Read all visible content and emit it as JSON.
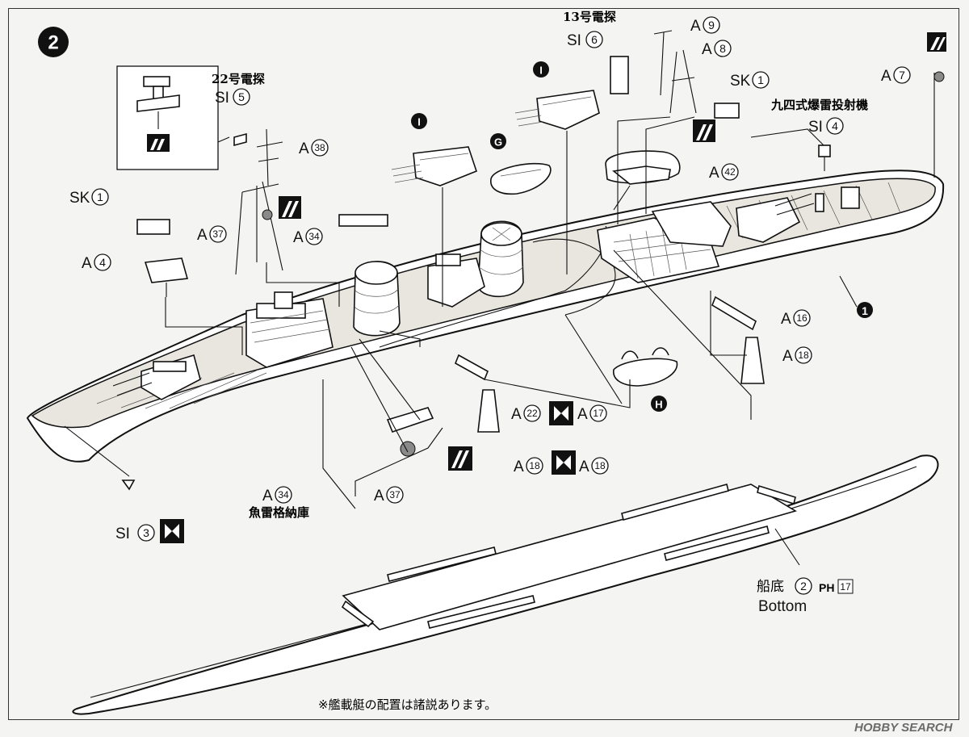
{
  "step_number": "2",
  "labels": {
    "radar22_jp": "22号電探",
    "radar22_part": "SI",
    "radar22_num": "5",
    "radar13_jp": "13号電探",
    "radar13_part": "SI",
    "radar13_num": "6",
    "dc_launcher_jp": "九四式爆雷投射機",
    "dc_part": "SI",
    "dc_num": "4",
    "torpedo_store_jp": "魚雷格納庫",
    "bottom_jp": "船底",
    "bottom_num": "2",
    "bottom_en": "Bottom",
    "bottom_ref_box": "17",
    "bottom_ref_prefix": "PH",
    "note": "※艦載艇の配置は諸説あります。",
    "watermark": "HOBBY SEARCH"
  },
  "callouts": [
    {
      "id": "a9",
      "sprue": "A",
      "num": "9"
    },
    {
      "id": "a8",
      "sprue": "A",
      "num": "8"
    },
    {
      "id": "a7",
      "sprue": "A",
      "num": "7"
    },
    {
      "id": "sk1-top",
      "sprue": "SK",
      "num": "1"
    },
    {
      "id": "a38",
      "sprue": "A",
      "num": "38"
    },
    {
      "id": "a42",
      "sprue": "A",
      "num": "42"
    },
    {
      "id": "sk1-left",
      "sprue": "SK",
      "num": "1"
    },
    {
      "id": "a37-upper",
      "sprue": "A",
      "num": "37"
    },
    {
      "id": "a34-upper",
      "sprue": "A",
      "num": "34"
    },
    {
      "id": "a4",
      "sprue": "A",
      "num": "4"
    },
    {
      "id": "a16",
      "sprue": "A",
      "num": "16"
    },
    {
      "id": "a18-right",
      "sprue": "A",
      "num": "18"
    },
    {
      "id": "a22",
      "sprue": "A",
      "num": "22"
    },
    {
      "id": "a17",
      "sprue": "A",
      "num": "17"
    },
    {
      "id": "a18-pair1",
      "sprue": "A",
      "num": "18"
    },
    {
      "id": "a18-pair2",
      "sprue": "A",
      "num": "18"
    },
    {
      "id": "a34-lower",
      "sprue": "A",
      "num": "34"
    },
    {
      "id": "a37-lower",
      "sprue": "A",
      "num": "37"
    },
    {
      "id": "si3",
      "sprue": "SI",
      "num": "3"
    }
  ],
  "badges": {
    "I1": "I",
    "I2": "I",
    "G": "G",
    "H": "H",
    "hull": "1"
  }
}
